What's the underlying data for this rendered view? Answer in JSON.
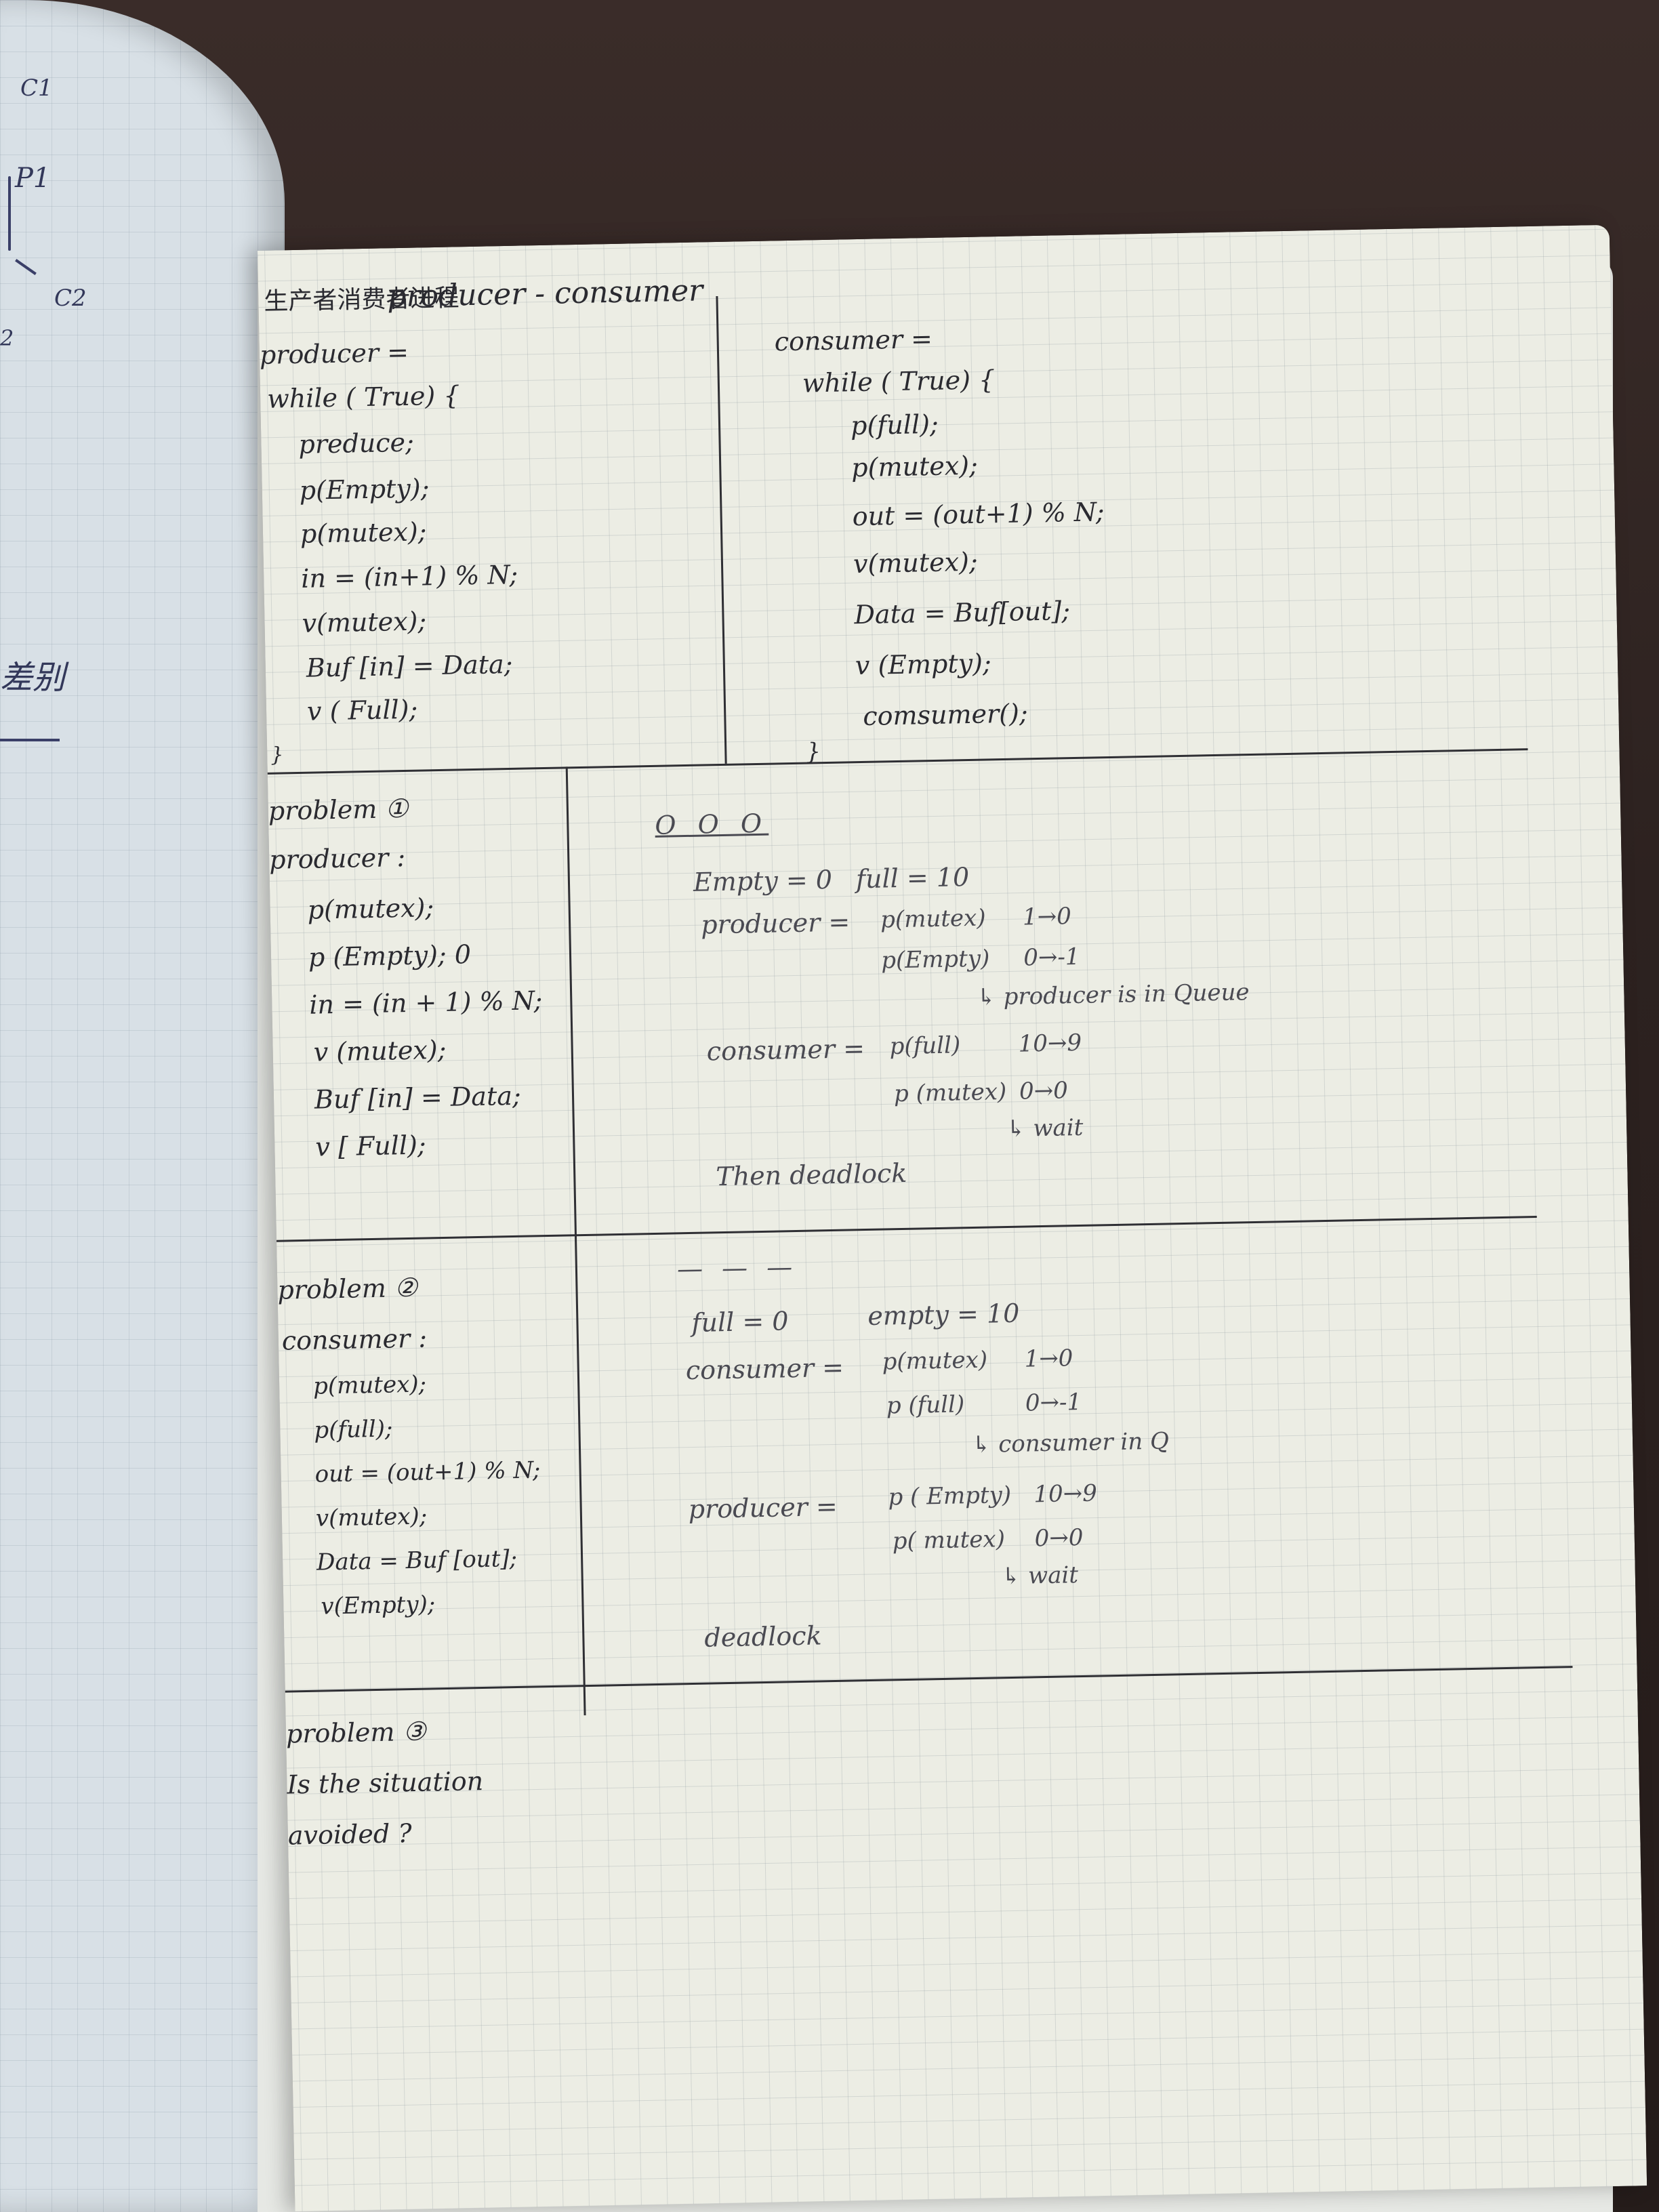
{
  "left_page": {
    "labels": [
      "C1",
      "P1",
      "C2",
      "2"
    ],
    "chinese": "差别"
  },
  "header": {
    "chinese_title": "生产者消费者进程",
    "title": "producer - consumer"
  },
  "producer_block": {
    "title": "producer =",
    "lines": [
      "while ( True) {",
      "preduce;",
      "p(Empty);",
      "p(mutex);",
      "in = (in+1) % N;",
      "v(mutex);",
      "Buf [in] = Data;",
      "v ( Full);",
      "}"
    ]
  },
  "consumer_block": {
    "title": "consumer =",
    "lines": [
      "while ( True) {",
      "p(full);",
      "p(mutex);",
      "out = (out+1) % N;",
      "v(mutex);",
      "Data = Buf[out];",
      "v (Empty);",
      "comsumer();",
      "}"
    ]
  },
  "problem1": {
    "title": "problem ①",
    "code_title": "producer :",
    "code": [
      "p(mutex);",
      "p (Empty); 0",
      "in = (in + 1) % N;",
      "v (mutex);",
      "Buf [in] = Data;",
      "v [ Full);"
    ],
    "buffer": "O O O",
    "analysis": {
      "state": [
        "Empty = 0",
        "full = 10"
      ],
      "producer_label": "producer =",
      "producer_steps": [
        [
          "p(mutex)",
          "1→0"
        ],
        [
          "p(Empty)",
          "0→-1"
        ]
      ],
      "producer_note": "↳ producer is in Queue",
      "consumer_label": "consumer =",
      "consumer_steps": [
        [
          "p(full)",
          "10→9"
        ],
        [
          "p (mutex)",
          "0→0"
        ]
      ],
      "consumer_note": "↳ wait",
      "conclusion": "Then deadlock"
    }
  },
  "problem2": {
    "title": "problem ②",
    "code_title": "consumer :",
    "code": [
      "p(mutex);",
      "p(full);",
      "out = (out+1) % N;",
      "v(mutex);",
      "Data = Buf [out];",
      "v(Empty);"
    ],
    "buffer": "— — —",
    "analysis": {
      "state": [
        "full = 0",
        "empty = 10"
      ],
      "consumer_label": "consumer =",
      "consumer_steps": [
        [
          "p(mutex)",
          "1→0"
        ],
        [
          "p (full)",
          "0→-1"
        ]
      ],
      "consumer_note": "↳ consumer in Q",
      "producer_label": "producer =",
      "producer_steps": [
        [
          "p ( Empty)",
          "10→9"
        ],
        [
          "p( mutex)",
          "0→0"
        ]
      ],
      "producer_note": "↳ wait",
      "conclusion": "deadlock"
    }
  },
  "problem3": {
    "title": "problem ③",
    "lines": [
      "Is the situation",
      "avoided ?"
    ]
  }
}
